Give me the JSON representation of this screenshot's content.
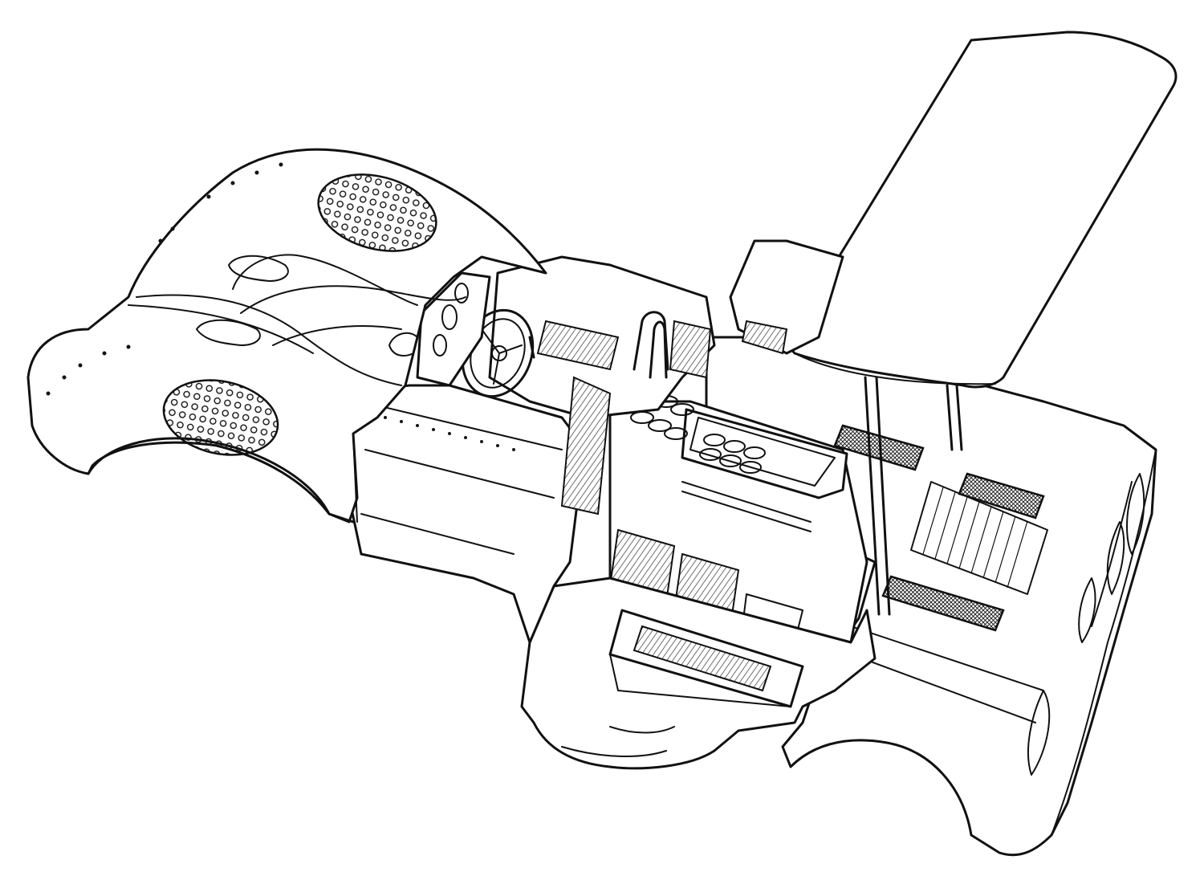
{
  "figure": {
    "description_text": "",
    "colors": {
      "ink": "#111111",
      "paper": "#ffffff"
    },
    "parts": [
      {
        "name": "front-bodywork",
        "label": ""
      },
      {
        "name": "cockpit-tub",
        "label": ""
      },
      {
        "name": "steering-wheel",
        "label": ""
      },
      {
        "name": "engine-bay",
        "label": ""
      },
      {
        "name": "rear-wing",
        "label": ""
      },
      {
        "name": "rear-bodywork",
        "label": ""
      }
    ]
  }
}
